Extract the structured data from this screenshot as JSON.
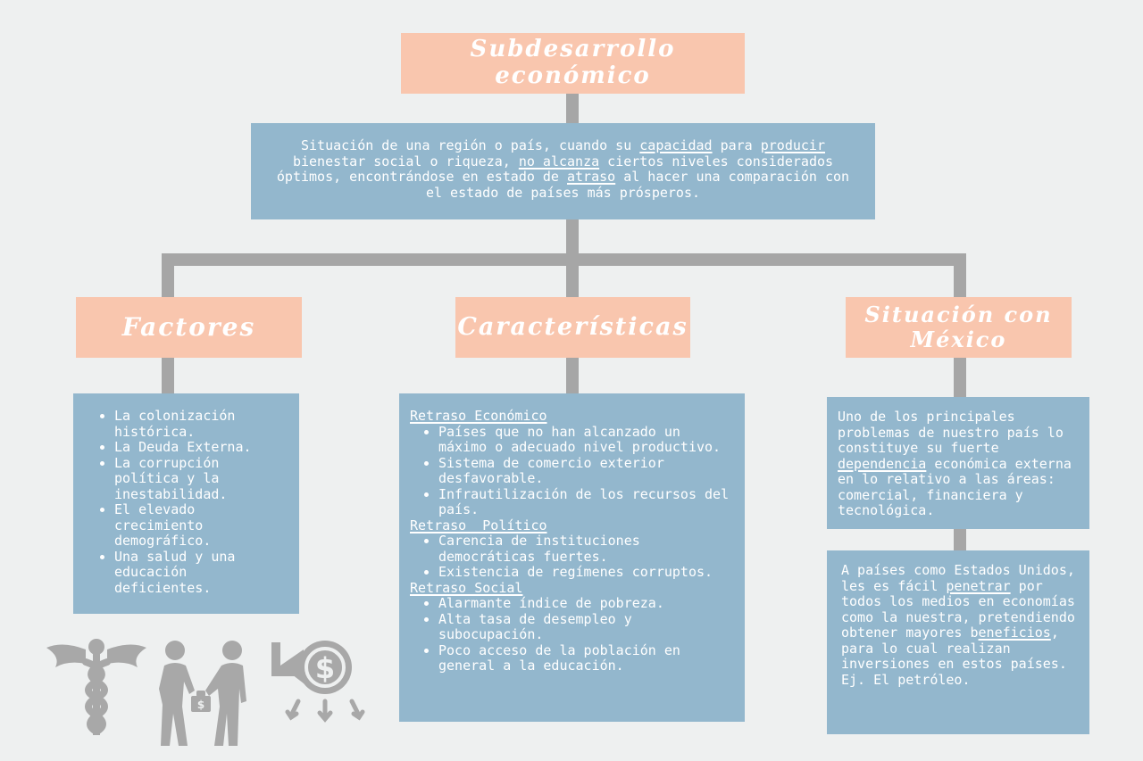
{
  "title": "Subdesarrollo económico",
  "definition": {
    "parts": [
      "Situación de una región o país, cuando su ",
      "capacidad",
      " para ",
      "producir",
      " bienestar social o riqueza, ",
      "no alcanza",
      " ciertos niveles considerados óptimos, encontrándose en estado de ",
      "atraso",
      " al hacer una comparación con el estado de países más prósperos."
    ]
  },
  "factores": {
    "title": "Factores",
    "items": [
      "La colonización histórica.",
      "La Deuda Externa.",
      "La corrupción política y la inestabilidad.",
      "El elevado crecimiento demográfico.",
      "Una salud y una educación deficientes."
    ]
  },
  "caracteristicas": {
    "title": "Características",
    "sections": [
      {
        "heading": "Retraso Económico",
        "items": [
          "Países que no han alcanzado un máximo o adecuado nivel productivo.",
          "Sistema de comercio exterior desfavorable.",
          "Infrautilización de los recursos del país."
        ]
      },
      {
        "heading": "Retraso  Político",
        "items": [
          "Carencia de instituciones democráticas fuertes.",
          "Existencia de regímenes corruptos."
        ]
      },
      {
        "heading": "Retraso Social",
        "items": [
          "Alarmante índice de pobreza.",
          "Alta tasa de desempleo y subocupación.",
          "Poco acceso de la población en general a la educación."
        ]
      }
    ]
  },
  "mexico": {
    "title": "Situación con México",
    "box1": {
      "before": "Uno de los principales problemas de nuestro país lo constituye su fuerte ",
      "highlight": "dependencia",
      "after": " económica externa en lo relativo a las áreas: comercial, financiera y tecnológica."
    },
    "box2": {
      "p1": "A países como Estados Unidos, les es fácil ",
      "u1": "penetrar",
      "p2": " por todos los medios en economías como la nuestra, pretendiendo obtener mayores b",
      "u2": "eneficios",
      "p3": ", para lo cual realizan inversiones en estos países. Ej. El petróleo."
    }
  },
  "icons": [
    "caduceus-icon",
    "bribe-handshake-icon",
    "money-decline-icon"
  ],
  "colors": {
    "background": "#eef0f0",
    "header": "#f9c6ae",
    "box": "#93b7cd",
    "connector": "#a6a6a6"
  }
}
